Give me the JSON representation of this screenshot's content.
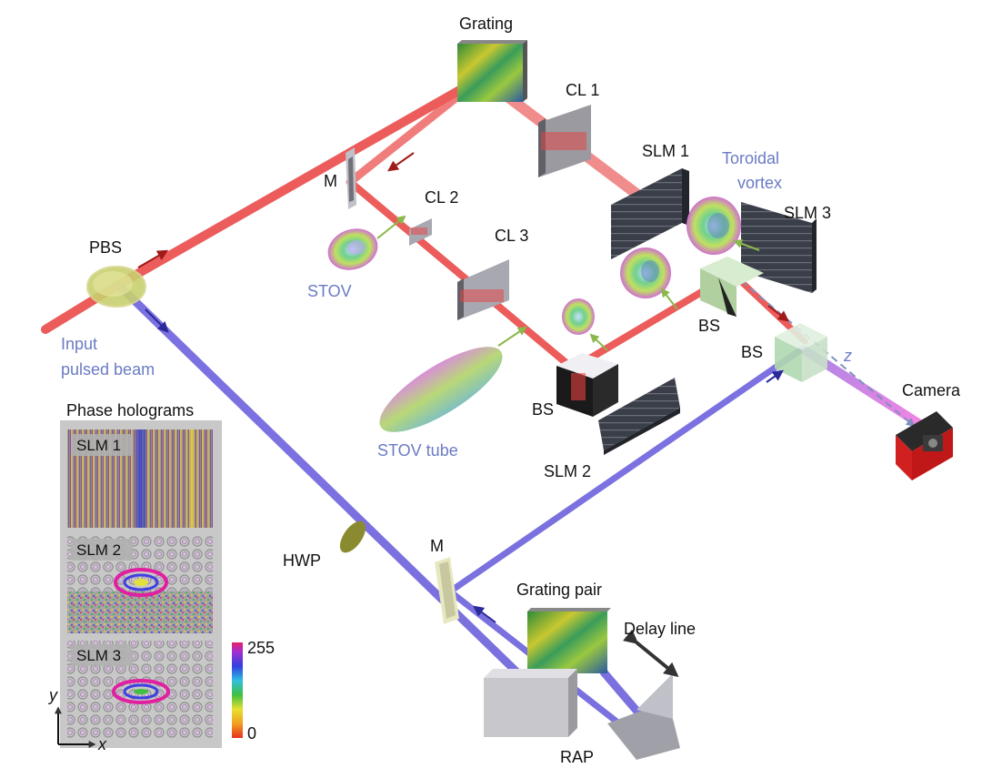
{
  "labels": {
    "grating": "Grating",
    "cl1": "CL 1",
    "slm1": "SLM 1",
    "toroidal_line1": "Toroidal",
    "toroidal_line2": "vortex",
    "slm3": "SLM 3",
    "m_top": "M",
    "cl2": "CL 2",
    "cl3": "CL 3",
    "pbs": "PBS",
    "stov": "STOV",
    "bs_right1": "BS",
    "bs_right2": "BS",
    "z_axis": "z",
    "input_line1": "Input",
    "input_line2": "pulsed beam",
    "camera": "Camera",
    "bs_center": "BS",
    "stov_tube": "STOV tube",
    "slm2": "SLM 2",
    "hwp": "HWP",
    "m_bottom": "M",
    "grating_pair": "Grating pair",
    "delay_line": "Delay line",
    "rap": "RAP",
    "phase_holograms": "Phase holograms",
    "holo_slm1": "SLM 1",
    "holo_slm2": "SLM 2",
    "holo_slm3": "SLM 3",
    "colorbar_max": "255",
    "colorbar_min": "0",
    "axis_y": "y",
    "axis_x": "x"
  },
  "colors": {
    "red_beam": "#e8403f",
    "blue_beam": "#5a4ed8",
    "magenta_beam": "#d86ad8",
    "label_blue": "#6a7bc4",
    "arrow_red": "#a01a1a",
    "arrow_blue": "#2a2a9a",
    "arrow_green": "#8ab84a"
  }
}
